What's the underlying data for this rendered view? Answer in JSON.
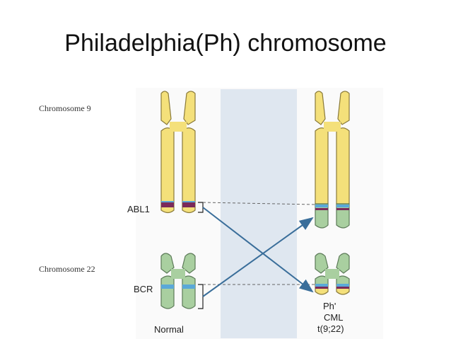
{
  "title": "Philadelphia(Ph) chromosome",
  "labels": {
    "chromosome_9": "Chromosome 9",
    "chromosome_22": "Chromosome 22",
    "abl1": "ABL1",
    "bcr": "BCR",
    "normal": "Normal",
    "ph": "Ph'",
    "cml": "CML",
    "translocation": "t(9;22)"
  },
  "colors": {
    "chromosome_9_fill": "#f4e07a",
    "chromosome_9_stroke": "#8a7a3a",
    "chromosome_22_fill": "#a9cfa0",
    "chromosome_22_stroke": "#5c7a58",
    "abl1_band": "#7a2a5a",
    "bcr_band": "#5aa8d8",
    "arrow": "#3a6e9a",
    "center_panel": "#dfe7f0"
  }
}
